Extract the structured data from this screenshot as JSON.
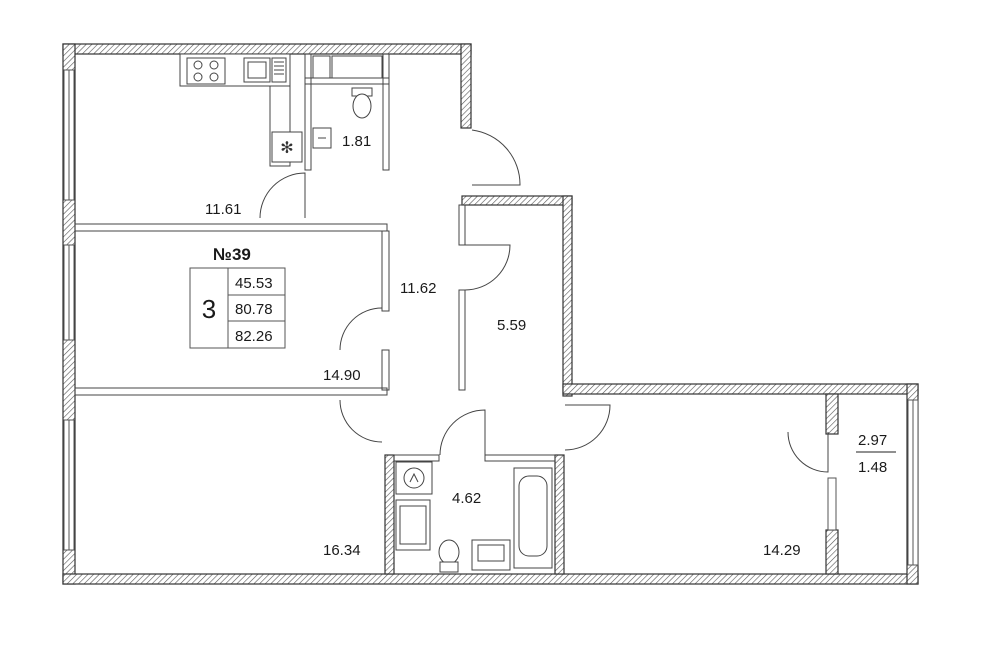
{
  "plan": {
    "apartment_number": "№39",
    "rooms_count": "3",
    "areas": [
      "45.53",
      "80.78",
      "82.26"
    ]
  },
  "rooms": [
    {
      "id": "kitchen",
      "area": "11.61"
    },
    {
      "id": "wc",
      "area": "1.81"
    },
    {
      "id": "hall",
      "area": "11.62"
    },
    {
      "id": "storage",
      "area": "5.59"
    },
    {
      "id": "room-middle",
      "area": "14.90"
    },
    {
      "id": "room-bottom-left",
      "area": "16.34"
    },
    {
      "id": "bathroom",
      "area": "4.62"
    },
    {
      "id": "room-right",
      "area": "14.29"
    }
  ],
  "balcony": {
    "area_top": "2.97",
    "area_bottom": "1.48"
  },
  "icons": [
    "stove-icon",
    "sink-icon",
    "fridge-icon",
    "toilet-icon",
    "bathtub-icon",
    "washbasin-icon",
    "boiler-icon",
    "washing-machine-icon"
  ],
  "colors": {
    "wall_line": "#333333",
    "hatch": "#555555",
    "background": "#ffffff"
  }
}
